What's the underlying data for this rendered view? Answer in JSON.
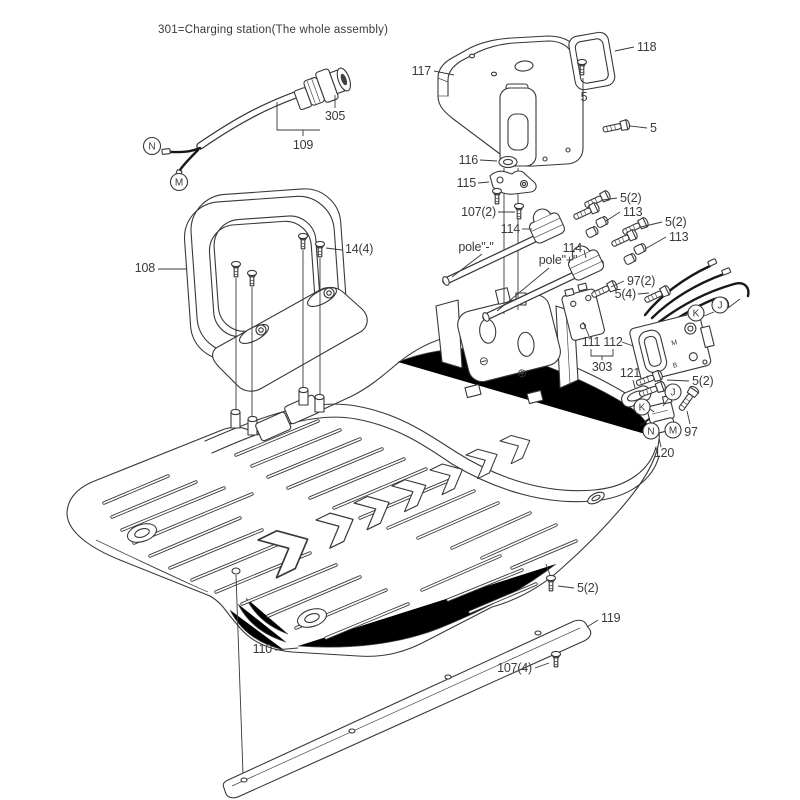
{
  "title": "301=Charging station(The whole assembly)",
  "colors": {
    "background": "#ffffff",
    "line": "#383838",
    "text": "#3a3a3a",
    "wire": "#181818"
  },
  "callouts": {
    "housing": "117",
    "frame": "118",
    "screw_5_top": "5",
    "screw_5_right": "5",
    "plug": "305",
    "cable": "109",
    "washer": "116",
    "lever": "115",
    "screws_107_2": "107(2)",
    "clamp_neg": "114",
    "clamp_pos": "114",
    "pole_neg": "pole\"-\"",
    "pole_pos": "pole\"+\"",
    "screws_5_2_neg": "5(2)",
    "contacts_113_neg": "113",
    "screws_5_2_pos": "5(2)",
    "contacts_113_pos": "113",
    "handle": "108",
    "screws_14_4": "14(4)",
    "screws_97_2": "97(2)",
    "screws_5_4": "5(4)",
    "plate_111": "111",
    "pcb_112": "112",
    "group_303": "303",
    "connector_121": "121",
    "screws_5_2_mid": "5(2)",
    "screw_97": "97",
    "switch_120": "120",
    "screw_5_2_bottom": "5(2)",
    "strip_119": "119",
    "base_110": "110",
    "screws_107_4": "107(4)"
  },
  "wire_tags": {
    "n_cable": "N",
    "m_cable": "M",
    "k_pcb": "K",
    "j_pcb": "J",
    "j_switch": "J",
    "k_switch": "K",
    "n_switch": "N",
    "m_switch": "M"
  },
  "panel_marks": {
    "minus": "⊖",
    "plus": "⊕"
  },
  "pcb_marks": {
    "m": "M",
    "b": "B"
  }
}
